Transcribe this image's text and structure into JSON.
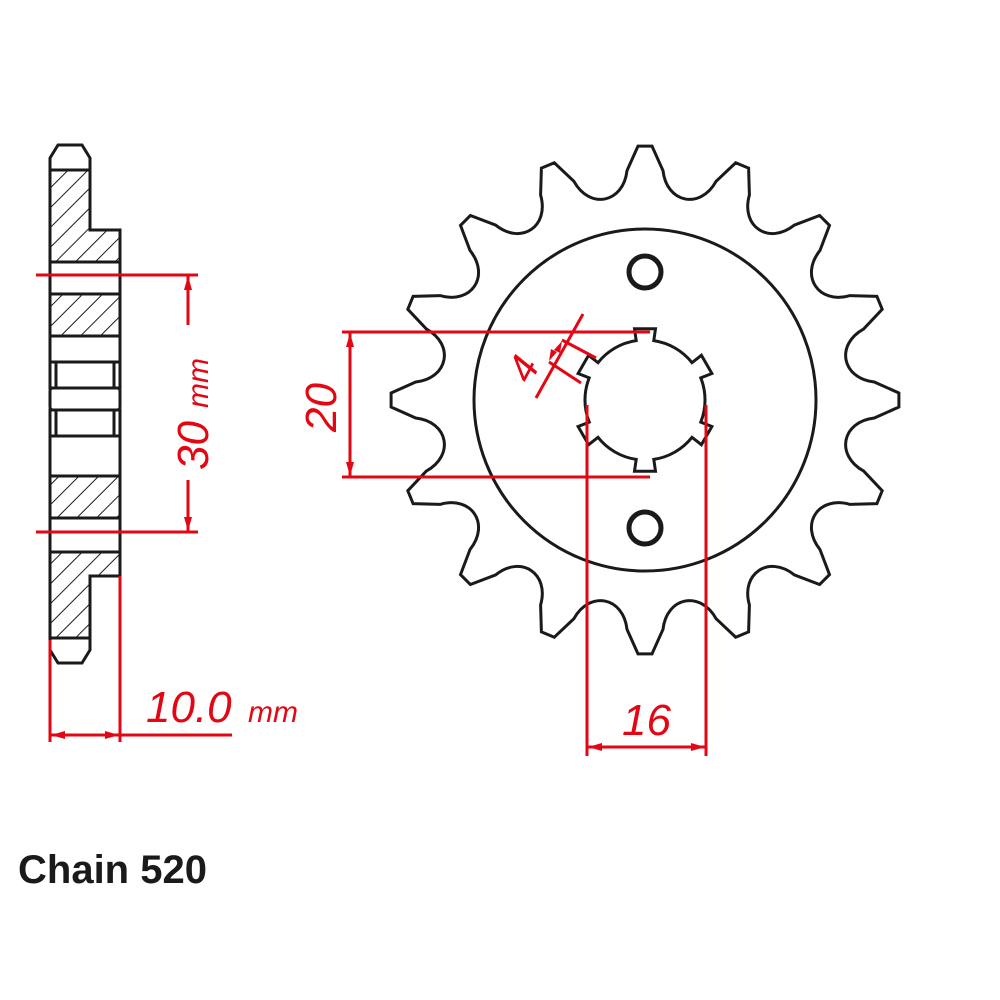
{
  "title": "Chain 520",
  "colors": {
    "outline": "#1a1a1a",
    "dimension": "#e30613",
    "hatch": "#1a1a1a",
    "background": "#ffffff"
  },
  "side_view": {
    "bore_dimension": {
      "value": "30",
      "unit": "mm"
    },
    "thickness_dimension": {
      "value": "10.0",
      "unit": "mm"
    }
  },
  "front_view": {
    "teeth": 16,
    "spline_count": 6,
    "mounting_holes": 2,
    "dimensions": {
      "spline_depth": "4",
      "spline_height": "20",
      "spline_width": "16"
    }
  }
}
